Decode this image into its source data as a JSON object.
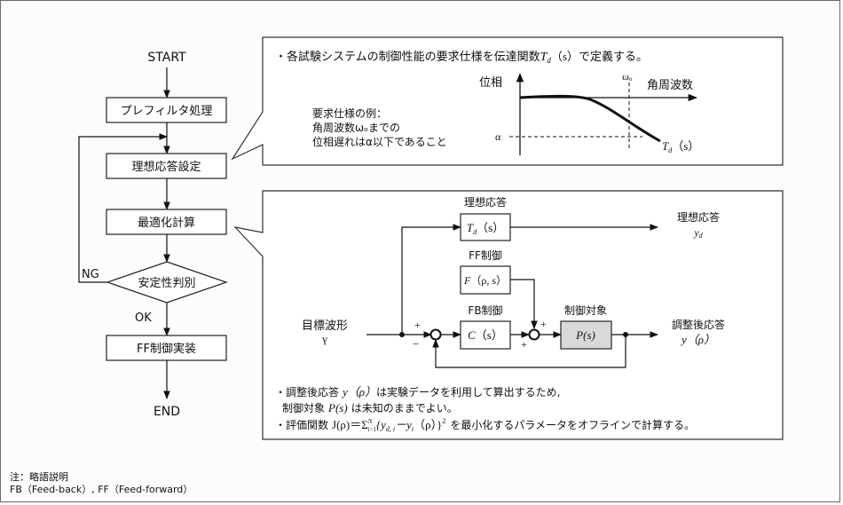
{
  "flowchart": {
    "start": "START",
    "steps": [
      "プレフィルタ処理",
      "理想応答設定",
      "最適化計算"
    ],
    "decision": "安定性判別",
    "ng_label": "NG",
    "ok_label": "OK",
    "final_step": "FF制御実装",
    "end": "END"
  },
  "callout_top": {
    "bullet": "・各試験システムの制御性能の要求仕様を伝達関数",
    "bullet_tf": "Td(s)",
    "bullet_tf_main": "T",
    "bullet_tf_sub": "d",
    "bullet_tf_arg": "（s）",
    "bullet_end": "で定義する。",
    "spec_lines": [
      "要求仕様の例：",
      "角周波数ωₒまでの",
      "位相遅れはα以下であること"
    ],
    "plot": {
      "ylabel": "位相",
      "xlabel": "角周波数",
      "omega_label": "ωₒ",
      "alpha_label": "α",
      "curve_main": "T",
      "curve_sub": "d",
      "curve_arg": "（s）"
    }
  },
  "callout_bottom": {
    "blocks": {
      "ideal": {
        "title": "理想応答",
        "main": "T",
        "sub": "d",
        "arg": "（s）"
      },
      "ff": {
        "title": "FF制御",
        "main": "F",
        "arg": "（ρ, s）"
      },
      "fb": {
        "title": "FB制御",
        "main": "C",
        "arg": "（s）"
      },
      "plant": {
        "title": "制御対象",
        "main": "P",
        "arg": "(s)"
      }
    },
    "input_label": "目標波形",
    "input_symbol": "γ",
    "out_ideal_label": "理想応答",
    "out_ideal_symbol": "y",
    "out_ideal_sub": "d",
    "out_tuned_label": "調整後応答",
    "out_tuned_symbol": "y（ρ）",
    "signs": {
      "plus": "+",
      "minus": "−"
    },
    "bullets": {
      "line1_a": "・調整後応答",
      "line1_b": "y（ρ）",
      "line1_c": "は実験データを利用して算出するため,",
      "line2_a": "制御対象",
      "line2_b": "P(s)",
      "line2_c": "は未知のままでよい。",
      "line3_a": "・評価関数",
      "line3_b": "J(ρ)＝Σ",
      "line3_sup": "N",
      "line3_sub": "i=1",
      "line3_c": "{y",
      "line3_c_sub": "d, i",
      "line3_d": "－y",
      "line3_d_sub": "i",
      "line3_e": "（ρ）}",
      "line3_sq": "2",
      "line3_f": "を最小化するパラメータをオフラインで計算する。"
    }
  },
  "footnote": {
    "line1": "注：略語説明",
    "line2": "FB（Feed-back）, FF（Feed-forward）"
  }
}
